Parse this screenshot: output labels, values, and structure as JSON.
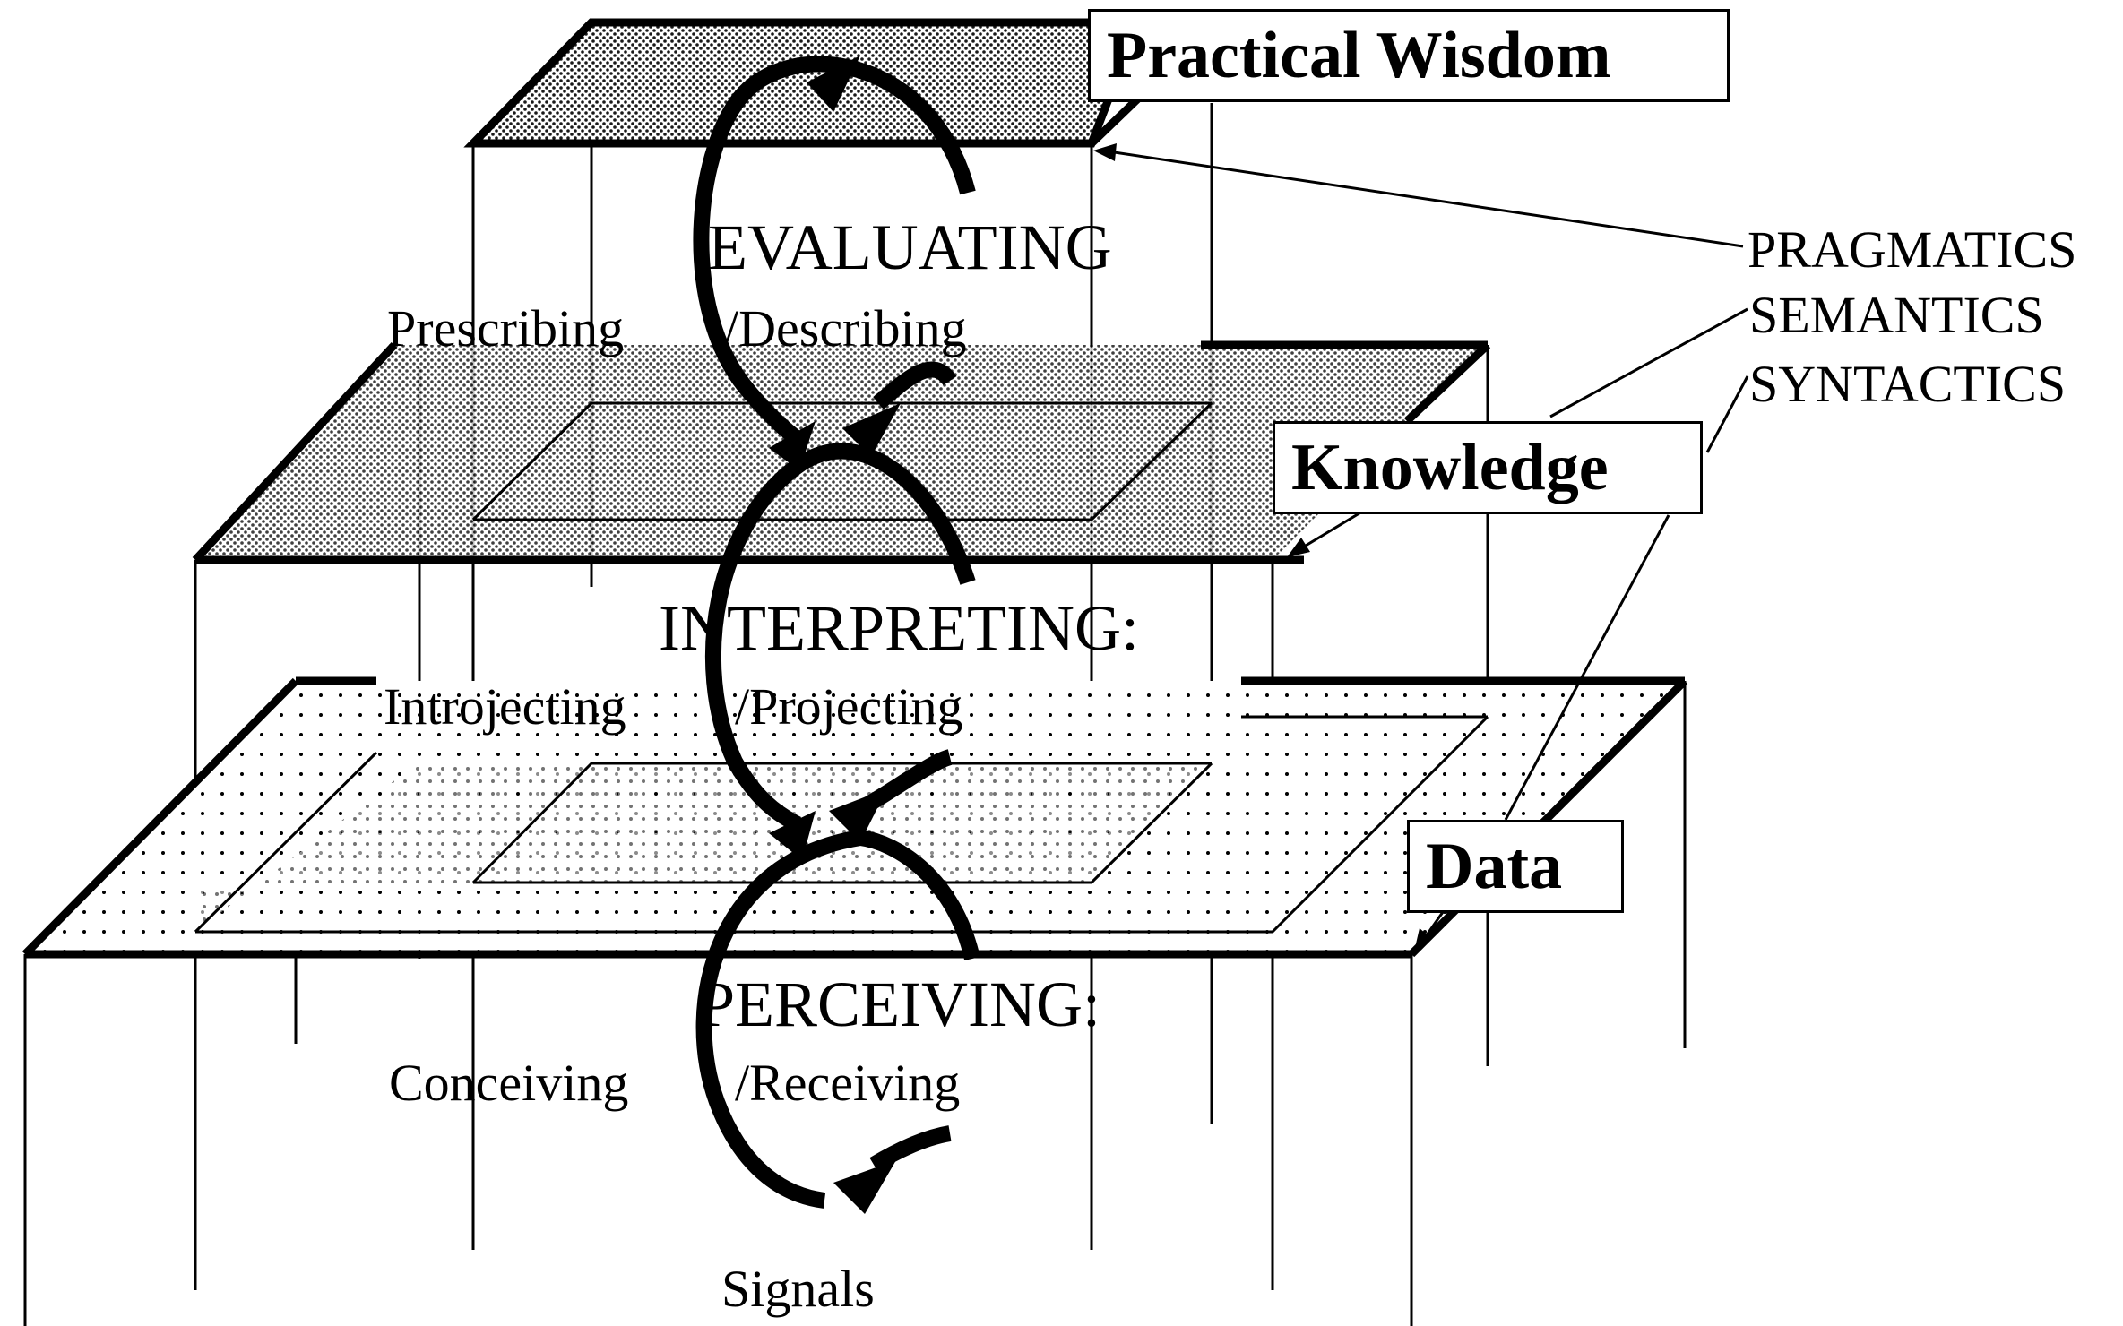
{
  "levels": {
    "wisdom": "Practical Wisdom",
    "knowledge": "Knowledge",
    "data": "Data"
  },
  "semiotics": {
    "pragmatics": "PRAGMATICS",
    "semantics": "SEMANTICS",
    "syntactics": "SYNTACTICS"
  },
  "stages": {
    "evaluating": "EVALUATING",
    "prescribing": "Prescribing",
    "describing": "/Describing",
    "interpreting": "INTERPRETING:",
    "introjecting": "Introjecting",
    "projecting": "/Projecting",
    "perceiving": "PERCEIVING:",
    "conceiving": "Conceiving",
    "receiving": "/Receiving"
  },
  "signals": "Signals",
  "colors": {
    "line": "#000000",
    "dot": "#000000",
    "background": "#ffffff"
  }
}
